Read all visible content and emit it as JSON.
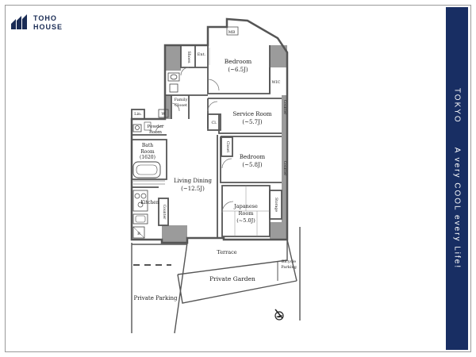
{
  "brand": {
    "line1": "TOHO",
    "line2": "HOUSE",
    "color": "#1a2c55"
  },
  "sidebar": {
    "city": "TOKYO",
    "tagline": "A very COOL every Life!",
    "color": "#182e63"
  },
  "rooms": {
    "bedroom1": {
      "name": "Bedroom",
      "size": "(~6.5J)"
    },
    "service_room": {
      "name": "Service Room",
      "size": "(~5.7J)"
    },
    "bedroom2": {
      "name": "Bedroom",
      "size": "(~5.8J)"
    },
    "japanese_room": {
      "name": "Japanese",
      "name2": "Room",
      "size": "(~5.0J)"
    },
    "living_dining": {
      "name": "Living Dining",
      "size": "(~12.5J)"
    },
    "powder_room": {
      "name": "Powder",
      "name2": "Room"
    },
    "bath_room": {
      "name": "Bath",
      "name2": "Room",
      "size": "(1620)"
    },
    "kitchen": {
      "name": "Kitchen"
    },
    "family_closet": {
      "name": "Family",
      "name2": "Closet"
    }
  },
  "labels": {
    "mb": "MB",
    "shoes": "Shoes",
    "ent": "Ent.",
    "wic": "WIC",
    "counter": "Counter",
    "cl": "Cl.",
    "closet": "Closet",
    "storage": "Storage",
    "lin": "Lin.",
    "w": "W",
    "r": "R",
    "terrace": "Terrace",
    "private_garden": "Private Garden",
    "private_parking": "Private Parking",
    "bicycle": "Bicycle",
    "parking": "Parking"
  },
  "colors": {
    "wall": "#6e6e6e",
    "fill": "#9b9b9b",
    "line": "#333333"
  },
  "icons": [
    "logo-mark-icon",
    "north-arrow-icon",
    "toilet-icon",
    "bathtub-icon",
    "stove-icon",
    "sink-icon"
  ]
}
